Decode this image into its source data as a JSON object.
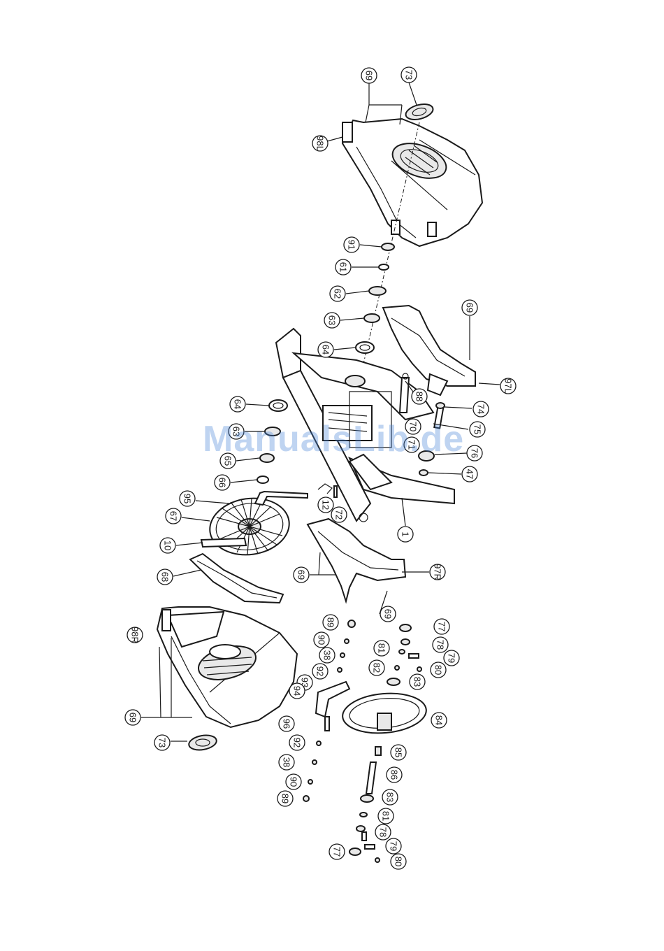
{
  "watermark": "ManualsLib.de",
  "callouts": [
    {
      "id": "c69a",
      "text": "69"
    },
    {
      "id": "c73a",
      "text": "73"
    },
    {
      "id": "c98L",
      "text": "98L"
    },
    {
      "id": "c91",
      "text": "91"
    },
    {
      "id": "c61",
      "text": "61"
    },
    {
      "id": "c62",
      "text": "62"
    },
    {
      "id": "c63a",
      "text": "63"
    },
    {
      "id": "c64a",
      "text": "64"
    },
    {
      "id": "c69b",
      "text": "69"
    },
    {
      "id": "c97L",
      "text": "97L"
    },
    {
      "id": "c88",
      "text": "88"
    },
    {
      "id": "c74",
      "text": "74"
    },
    {
      "id": "c75",
      "text": "75"
    },
    {
      "id": "c70",
      "text": "70"
    },
    {
      "id": "c71",
      "text": "71"
    },
    {
      "id": "c76",
      "text": "76"
    },
    {
      "id": "c47",
      "text": "47"
    },
    {
      "id": "c64b",
      "text": "64"
    },
    {
      "id": "c63b",
      "text": "63"
    },
    {
      "id": "c65",
      "text": "65"
    },
    {
      "id": "c66",
      "text": "66"
    },
    {
      "id": "c95",
      "text": "95"
    },
    {
      "id": "c67",
      "text": "67"
    },
    {
      "id": "c10",
      "text": "10"
    },
    {
      "id": "c12",
      "text": "12"
    },
    {
      "id": "c72",
      "text": "72"
    },
    {
      "id": "c1",
      "text": "1"
    },
    {
      "id": "c68",
      "text": "68"
    },
    {
      "id": "c69c",
      "text": "69"
    },
    {
      "id": "c97R",
      "text": "97R"
    },
    {
      "id": "c69d",
      "text": "69"
    },
    {
      "id": "c98R",
      "text": "98R"
    },
    {
      "id": "c89a",
      "text": "89"
    },
    {
      "id": "c90a",
      "text": "90"
    },
    {
      "id": "c38a",
      "text": "38"
    },
    {
      "id": "c92a",
      "text": "92"
    },
    {
      "id": "c93",
      "text": "93"
    },
    {
      "id": "c94",
      "text": "94"
    },
    {
      "id": "c77a",
      "text": "77"
    },
    {
      "id": "c78a",
      "text": "78"
    },
    {
      "id": "c79a",
      "text": "79"
    },
    {
      "id": "c81a",
      "text": "81"
    },
    {
      "id": "c82",
      "text": "82"
    },
    {
      "id": "c80a",
      "text": "80"
    },
    {
      "id": "c83a",
      "text": "83"
    },
    {
      "id": "c84",
      "text": "84"
    },
    {
      "id": "c69e",
      "text": "69"
    },
    {
      "id": "c96",
      "text": "96"
    },
    {
      "id": "c92b",
      "text": "92"
    },
    {
      "id": "c73b",
      "text": "73"
    },
    {
      "id": "c38b",
      "text": "38"
    },
    {
      "id": "c85",
      "text": "85"
    },
    {
      "id": "c90b",
      "text": "90"
    },
    {
      "id": "c86",
      "text": "86"
    },
    {
      "id": "c89b",
      "text": "89"
    },
    {
      "id": "c83b",
      "text": "83"
    },
    {
      "id": "c81b",
      "text": "81"
    },
    {
      "id": "c78b",
      "text": "78"
    },
    {
      "id": "c77b",
      "text": "77"
    },
    {
      "id": "c79b",
      "text": "79"
    },
    {
      "id": "c80b",
      "text": "80"
    }
  ]
}
